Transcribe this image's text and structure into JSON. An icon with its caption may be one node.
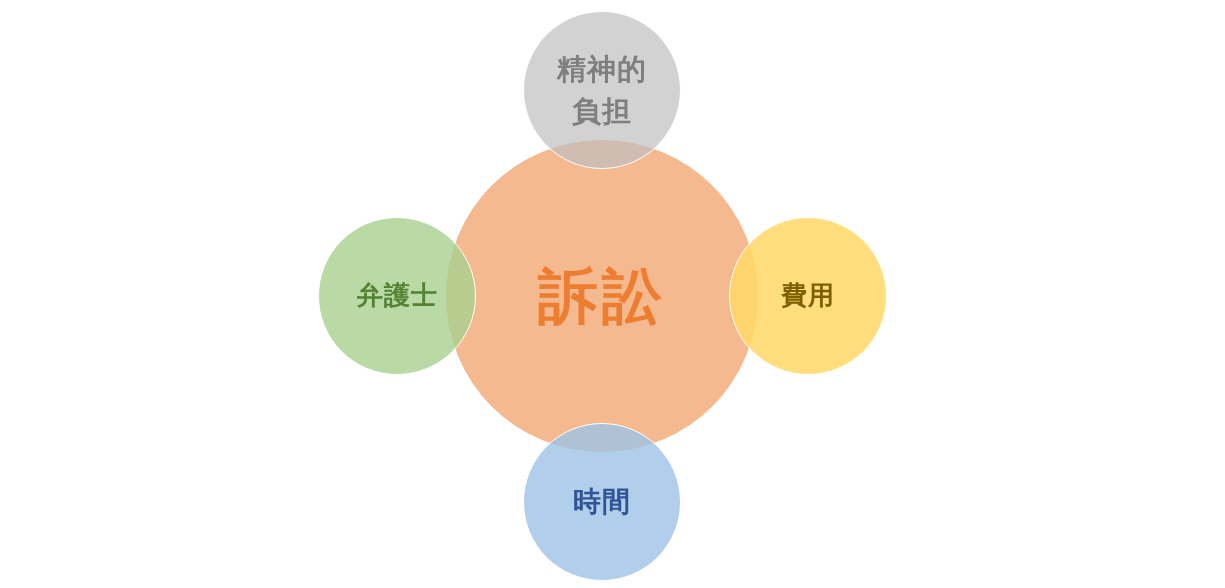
{
  "diagram": {
    "nodes": [
      {
        "text": [
          "訴訟"
        ]
      },
      {
        "text": [
          "精神的負担"
        ]
      },
      {
        "text": [
          "弁護士"
        ]
      },
      {
        "text": [
          "費用"
        ]
      },
      {
        "text": [
          "時間"
        ]
      }
    ]
  }
}
